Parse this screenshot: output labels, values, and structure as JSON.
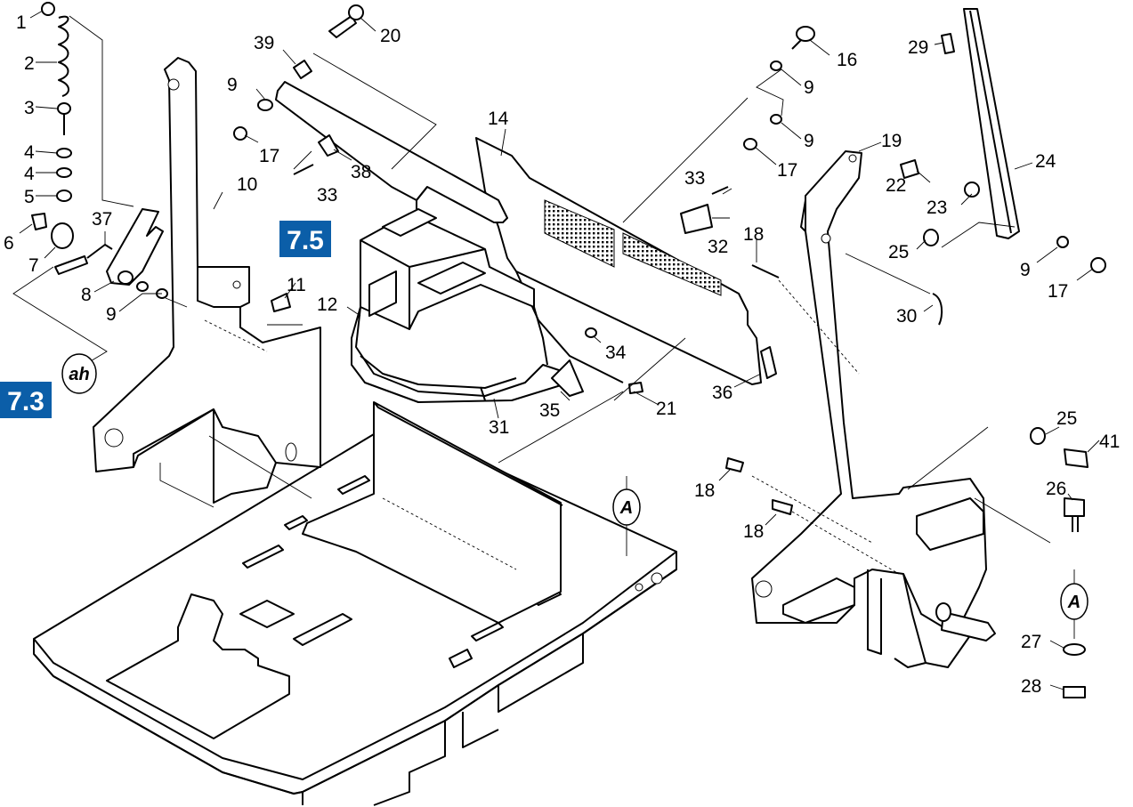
{
  "callouts": [
    {
      "id": "c1",
      "label": "1"
    },
    {
      "id": "c2",
      "label": "2"
    },
    {
      "id": "c3",
      "label": "3"
    },
    {
      "id": "c4a",
      "label": "4"
    },
    {
      "id": "c4b",
      "label": "4"
    },
    {
      "id": "c5",
      "label": "5"
    },
    {
      "id": "c6",
      "label": "6"
    },
    {
      "id": "c7",
      "label": "7"
    },
    {
      "id": "c8",
      "label": "8"
    },
    {
      "id": "c9a",
      "label": "9"
    },
    {
      "id": "c9b",
      "label": "9"
    },
    {
      "id": "c9c",
      "label": "9"
    },
    {
      "id": "c9d",
      "label": "9"
    },
    {
      "id": "c9e",
      "label": "9"
    },
    {
      "id": "c10",
      "label": "10"
    },
    {
      "id": "c11",
      "label": "11"
    },
    {
      "id": "c12",
      "label": "12"
    },
    {
      "id": "c14",
      "label": "14"
    },
    {
      "id": "c16",
      "label": "16"
    },
    {
      "id": "c17a",
      "label": "17"
    },
    {
      "id": "c17b",
      "label": "17"
    },
    {
      "id": "c17c",
      "label": "17"
    },
    {
      "id": "c18a",
      "label": "18"
    },
    {
      "id": "c18b",
      "label": "18"
    },
    {
      "id": "c18c",
      "label": "18"
    },
    {
      "id": "c19",
      "label": "19"
    },
    {
      "id": "c20",
      "label": "20"
    },
    {
      "id": "c21",
      "label": "21"
    },
    {
      "id": "c22",
      "label": "22"
    },
    {
      "id": "c23",
      "label": "23"
    },
    {
      "id": "c24",
      "label": "24"
    },
    {
      "id": "c25a",
      "label": "25"
    },
    {
      "id": "c25b",
      "label": "25"
    },
    {
      "id": "c26",
      "label": "26"
    },
    {
      "id": "c27",
      "label": "27"
    },
    {
      "id": "c28",
      "label": "28"
    },
    {
      "id": "c29",
      "label": "29"
    },
    {
      "id": "c30",
      "label": "30"
    },
    {
      "id": "c31",
      "label": "31"
    },
    {
      "id": "c32",
      "label": "32"
    },
    {
      "id": "c33a",
      "label": "33"
    },
    {
      "id": "c33b",
      "label": "33"
    },
    {
      "id": "c34",
      "label": "34"
    },
    {
      "id": "c35",
      "label": "35"
    },
    {
      "id": "c36",
      "label": "36"
    },
    {
      "id": "c37",
      "label": "37"
    },
    {
      "id": "c38",
      "label": "38"
    },
    {
      "id": "c39",
      "label": "39"
    },
    {
      "id": "c41",
      "label": "41"
    }
  ],
  "references": {
    "ref_7_3": "7.3",
    "ref_7_5": "7.5"
  },
  "markers": {
    "ah": "ah",
    "a1": "A",
    "a2": "A"
  },
  "colors": {
    "reference_box": "#0b5ea8",
    "line": "#000000",
    "background": "#ffffff"
  }
}
